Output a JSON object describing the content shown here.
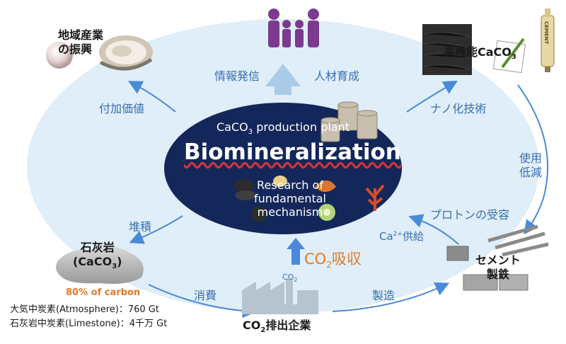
{
  "center": {
    "plant_pre": "CaCO",
    "plant_sub": "3",
    "plant_post": " production plant",
    "title": "Biomineralization",
    "research_1": "Research of",
    "research_2": "fundamental",
    "research_3": "mechanism"
  },
  "top": {
    "info": "情報発信",
    "talent": "人材育成"
  },
  "top_left": {
    "line1": "地域産業",
    "line2": "の振興"
  },
  "added_value": "付加価値",
  "deposition": "堆積",
  "limestone": {
    "line1": "石灰岩",
    "line2_pre": "(CaCO",
    "line2_sub": "3",
    "line2_post": ")"
  },
  "carbon_note": {
    "headline": "80% of carbon",
    "atmosphere": "大気中炭素(Atmosphere)：760 Gt",
    "limestone": "石灰岩中炭素(Limestone)：4千万 Gt"
  },
  "consumption": "消費",
  "emitter": {
    "pre": "CO",
    "sub": "2",
    "post": "排出企業"
  },
  "co2_small": {
    "pre": "CO",
    "sub": "2"
  },
  "co2_absorb": {
    "pre": "CO",
    "sub": "2",
    "post": "吸収"
  },
  "manufacture": "製造",
  "cement": {
    "line1": "セメント",
    "line2": "製鉄"
  },
  "ca_supply": {
    "pre": "Ca",
    "sup": "2+",
    "post": "供給"
  },
  "proton": "プロトンの受容",
  "reduce": {
    "line1": "使用",
    "line2": "低減"
  },
  "nano": "ナノ化技術",
  "high_func": {
    "pre": "高機能CaCO",
    "sub": "3"
  },
  "cement_tube_text": "CEMENT",
  "colors": {
    "ellipse_light": "#dfeef8",
    "ellipse_dark": "#14275a",
    "arrow": "#4a8ad6",
    "people": "#7b3a8e",
    "co2_orange": "#e07a2a",
    "carbon_orange": "#e07a2a"
  }
}
